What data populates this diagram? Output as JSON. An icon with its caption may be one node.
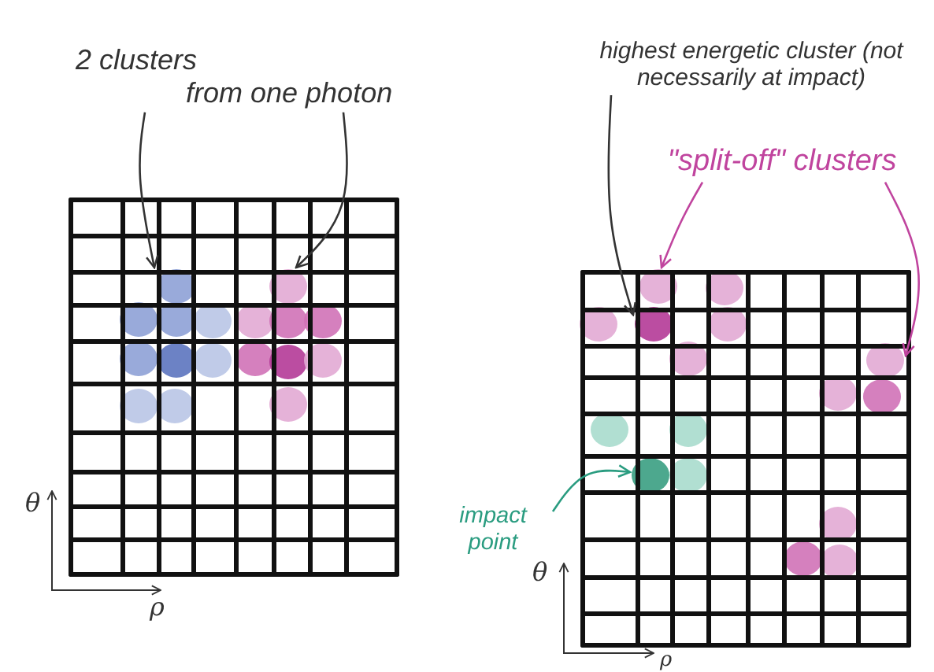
{
  "diagram": {
    "nodes": [
      {
        "text": [
          "2 clusters from one photon"
        ]
      },
      {
        "text": [],
        "shape": "circle"
      },
      {
        "text": [],
        "shape": "circle"
      },
      {
        "text": [
          "highest energetic cluster (not necessarily at impact)"
        ]
      },
      {
        "text": [],
        "shape": "circle"
      },
      {
        "text": [
          "\"split-off\" clusters"
        ]
      },
      {
        "text": [],
        "shape": "circle"
      },
      {
        "text": [],
        "shape": "circle"
      },
      {
        "text": [
          "impact point"
        ]
      },
      {
        "text": [],
        "shape": "circle"
      }
    ],
    "edges": [
      {
        "from": 0,
        "to": 1,
        "arrow": "to"
      },
      {
        "from": 0,
        "to": 2,
        "arrow": "to"
      },
      {
        "from": 3,
        "to": 4,
        "arrow": "to"
      },
      {
        "from": 5,
        "to": 6,
        "arrow": "to",
        "color": "#c0449e"
      },
      {
        "from": 5,
        "to": 7,
        "arrow": "to",
        "color": "#c0449e"
      },
      {
        "from": 8,
        "to": 9,
        "arrow": "to",
        "color": "#2a9c80"
      }
    ],
    "labels": [
      "θ",
      "θ",
      "ρ",
      "ρ"
    ]
  }
}
